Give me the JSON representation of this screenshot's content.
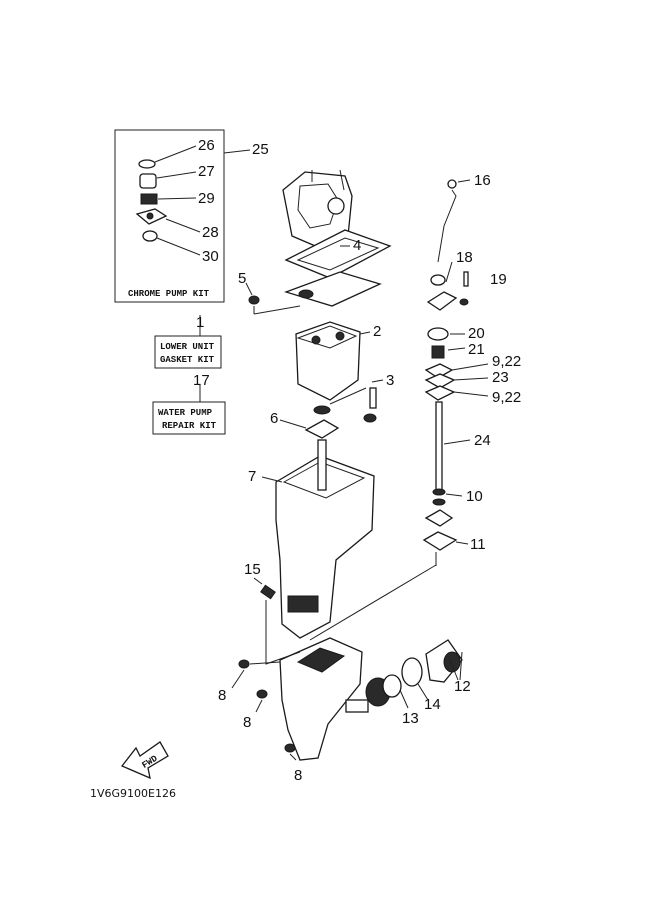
{
  "kits": {
    "chrome_pump": "CHROME PUMP KIT",
    "gasket_line1": "LOWER UNIT",
    "gasket_line2": "GASKET KIT",
    "water_line1": "WATER PUMP",
    "water_line2": "REPAIR KIT"
  },
  "fwd": "FWD",
  "code": "1V6G9100E126",
  "labels": {
    "n1": "1",
    "n2": "2",
    "n3": "3",
    "n4": "4",
    "n5": "5",
    "n6": "6",
    "n7": "7",
    "n8a": "8",
    "n8b": "8",
    "n8c": "8",
    "n9a": "9,22",
    "n9b": "9,22",
    "n10": "10",
    "n11": "11",
    "n12": "12",
    "n13": "13",
    "n14": "14",
    "n15": "15",
    "n16": "16",
    "n17": "17",
    "n18": "18",
    "n19": "19",
    "n20": "20",
    "n21": "21",
    "n23": "23",
    "n24": "24",
    "n25": "25",
    "n26": "26",
    "n27": "27",
    "n28": "28",
    "n29": "29",
    "n30": "30"
  }
}
